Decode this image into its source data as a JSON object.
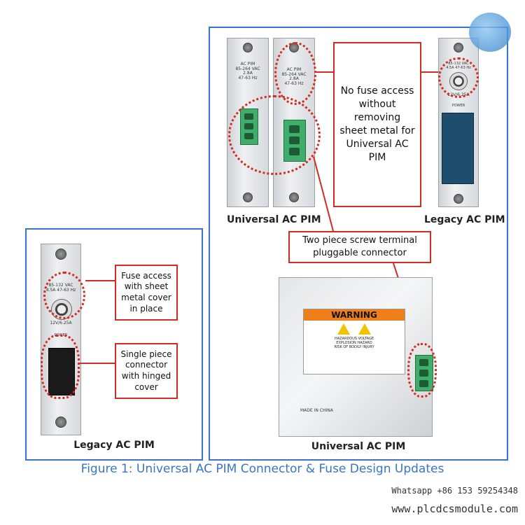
{
  "figure": {
    "title": "Figure 1: Universal AC PIM Connector & Fuse Design Updates"
  },
  "left_panel": {
    "caption": "Legacy AC PIM",
    "module_label": "85-132 VAC\n4.5A 47-63 Hz",
    "module_rating": "12V/6.25A",
    "module_power": "POWER",
    "callout_fuse": "Fuse access\nwith sheet\nmetal cover\nin place",
    "callout_connector": "Single piece\nconnector\nwith hinged\ncover"
  },
  "right_panel": {
    "caption_universal_top": "Universal AC PIM",
    "caption_legacy_top": "Legacy AC PIM",
    "caption_universal_bottom": "Universal AC PIM",
    "module1_label": "AC PIM\n85-264 VAC\n2.8A\n47-63 Hz",
    "module2_label": "AC PIM\n85-264 VAC\n2.8A\n47-63 Hz",
    "legacy_label": "85-132 VAC\n4.5A 47-63 Hz",
    "legacy_rating": "12V/6.25A",
    "legacy_power": "POWER",
    "callout_fuse": "No fuse access\nwithout\nremoving\nsheet metal for\nUniversal AC\nPIM",
    "callout_connector": "Two piece screw terminal\npluggable connector",
    "warning_title": "WARNING",
    "warning_lines": "HAZARDOUS VOLTAGE\nEXPLOSION HAZARD\nRISK OF BODILY INJURY",
    "made_in": "MADE IN CHINA"
  },
  "watermark": {
    "phone": "Whatsapp +86 153 59254348",
    "site": "www.plcdcsmodule.com"
  },
  "colors": {
    "panel_border": "#3a74c8",
    "callout_border": "#d42a22",
    "title": "#3a74c8"
  }
}
